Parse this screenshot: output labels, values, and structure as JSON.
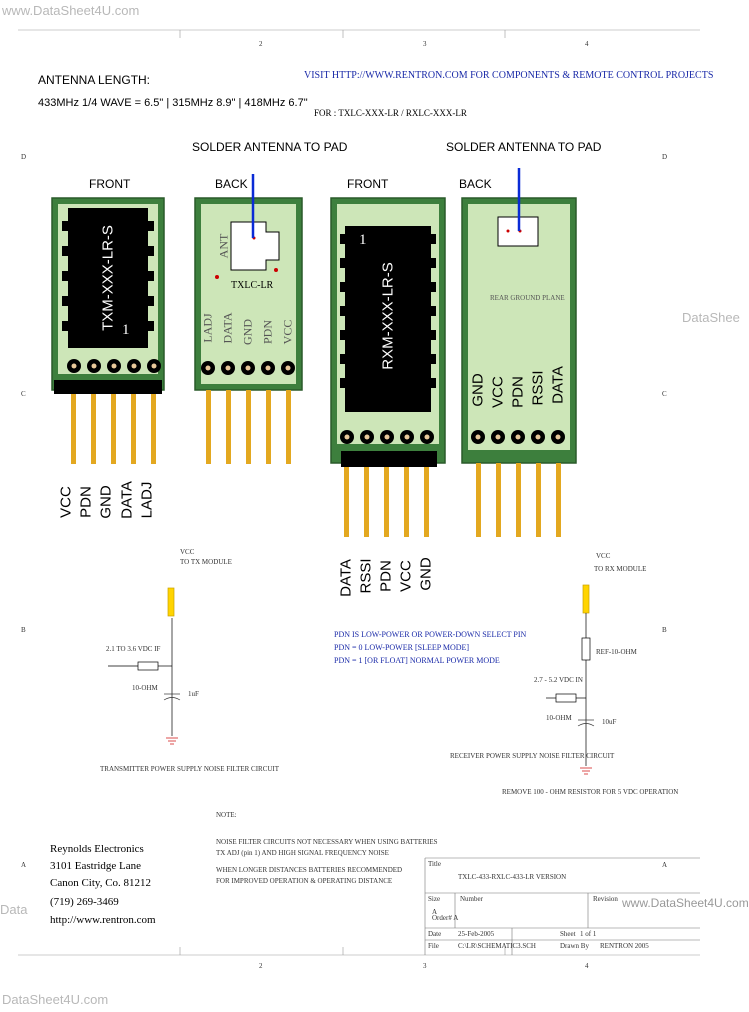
{
  "watermark": {
    "top_left": "www.DataSheet4U.com",
    "right_edge": "DataShee",
    "left_edge": "Data",
    "title_block": "www.DataSheet4U.com",
    "bottom_left": "DataSheet4U.com"
  },
  "border": {
    "col_labels": [
      "2",
      "3",
      "4"
    ],
    "row_labels": [
      "D",
      "C",
      "B",
      "A"
    ]
  },
  "antenna": {
    "heading": "ANTENNA LENGTH:",
    "values": "433MHz 1/4 WAVE = 6.5\" | 315MHz 8.9\" | 418MHz 6.7\""
  },
  "visit": {
    "line": "VISIT HTTP://WWW.RENTRON.COM FOR COMPONENTS & REMOTE CONTROL PROJECTS",
    "for_line": "FOR : TXLC-XXX-LR / RXLC-XXX-LR"
  },
  "solder_label": "SOLDER ANTENNA TO PAD",
  "tx": {
    "front_label": "FRONT",
    "back_label": "BACK",
    "chip_text": "TXM-XXX-LR-S",
    "pin1": "1",
    "ant_label": "ANT",
    "board_label": "TXLC-LR",
    "back_pins": [
      "LADJ",
      "DATA",
      "GND",
      "PDN",
      "VCC"
    ],
    "front_pins": [
      "VCC",
      "PDN",
      "GND",
      "DATA",
      "LADJ"
    ]
  },
  "rx": {
    "front_label": "FRONT",
    "back_label": "BACK",
    "chip_text": "RXM-XXX-LR-S",
    "pin1": "1",
    "ground_plane": "REAR GROUND PLANE",
    "back_pins": [
      "GND",
      "VCC",
      "PDN",
      "RSSI",
      "DATA"
    ],
    "front_pins": [
      "DATA",
      "RSSI",
      "PDN",
      "VCC",
      "GND"
    ]
  },
  "tx_schematic": {
    "vcc_label": "VCC",
    "to_module": "TO TX MODULE",
    "supply": "2.1 TO 3.6 VDC IF",
    "resistor": "10-OHM",
    "cap": "1uF",
    "caption": "TRANSMITTER POWER SUPPLY NOISE FILTER CIRCUIT"
  },
  "pdn_notes": [
    "PDN IS LOW-POWER OR POWER-DOWN SELECT PIN",
    "PDN = 0 LOW-POWER [SLEEP MODE]",
    "PDN = 1 [OR FLOAT] NORMAL POWER MODE"
  ],
  "rx_schematic": {
    "vcc_label": "VCC",
    "to_module": "TO RX MODULE",
    "r1": "REF-10-OHM",
    "supply": "2.7 - 5.2 VDC IN",
    "r2": "10-OHM",
    "cap": "10uF",
    "caption": "RECEIVER POWER SUPPLY NOISE FILTER CIRCUIT",
    "caption2": "REMOVE 100 - OHM RESISTOR FOR 5 VDC OPERATION"
  },
  "company": {
    "name": "Reynolds Electronics",
    "street": "3101 Eastridge Lane",
    "city": "Canon City, Co. 81212",
    "phone": "(719) 269-3469",
    "web": "http://www.rentron.com"
  },
  "notes": {
    "heading": "NOTE:",
    "line1": "NOISE FILTER CIRCUITS NOT NECESSARY WHEN USING BATTERIES",
    "line2": "TX ADJ (pin 1) AND HIGH SIGNAL FREQUENCY NOISE",
    "line3": "WHEN LONGER DISTANCES BATTERIES RECOMMENDED",
    "line4": "FOR IMPROVED OPERATION & OPERATING DISTANCE"
  },
  "title_block": {
    "title_label": "Title",
    "title_value": "TXLC-433-RXLC-433-LR VERSION",
    "size_label": "Size",
    "size_value": "A",
    "number_label": "Number",
    "revision_label": "Revision",
    "order_label": "Order# A",
    "date_label": "Date",
    "date_value": "25-Feb-2005",
    "sheet_label": "Sheet",
    "sheet_value": "1 of 1",
    "file_label": "File",
    "file_value": "C:\\LR\\SCHEMATIC3.SCH",
    "drawn_label": "Drawn By",
    "drawn_value": "RENTRON 2005"
  }
}
